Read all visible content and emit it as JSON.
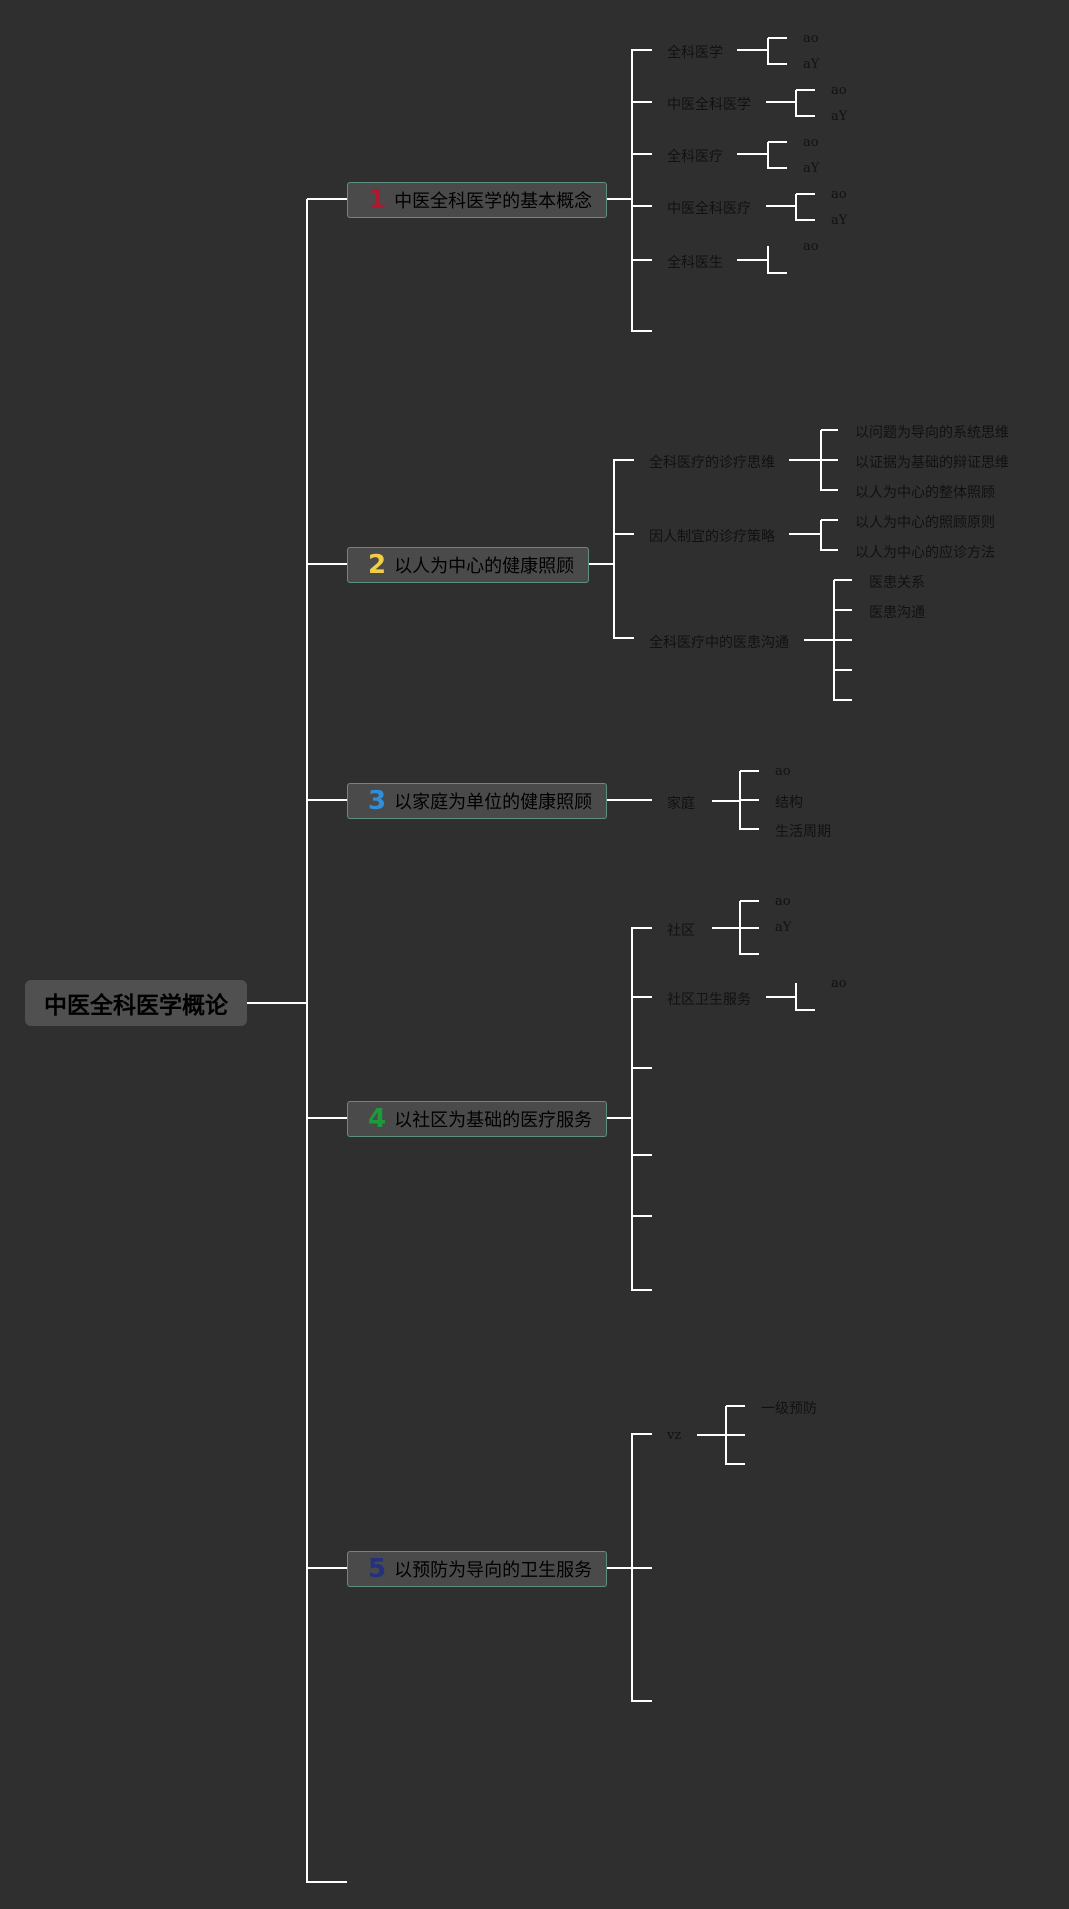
{
  "root": {
    "title": "中医全科医学概论"
  },
  "chapters": [
    {
      "num": "1",
      "num_color": "#b0182e",
      "title": "中医全科医学的基本概念",
      "items": [
        {
          "label": "全科医学",
          "leaves": [
            "ao",
            "aY"
          ]
        },
        {
          "label": "中医全科医学",
          "leaves": [
            "ao",
            "aY"
          ]
        },
        {
          "label": "全科医疗",
          "leaves": [
            "ao",
            "aY"
          ]
        },
        {
          "label": "中医全科医疗",
          "leaves": [
            "ao",
            "aY"
          ]
        },
        {
          "label": "全科医生",
          "leaves": [
            "ao"
          ]
        }
      ]
    },
    {
      "num": "2",
      "num_color": "#f2cd4a",
      "title": "以人为中心的健康照顾",
      "items": [
        {
          "label": "全科医疗的诊疗思维",
          "leaves": [
            "以问题为导向的系统思维",
            "以证据为基础的辩证思维",
            "以人为中心的整体照顾"
          ]
        },
        {
          "label": "因人制宜的诊疗策略",
          "leaves": [
            "以人为中心的照顾原则",
            "以人为中心的应诊方法"
          ]
        },
        {
          "label": "全科医疗中的医患沟通",
          "leaves": [
            "医患关系",
            "医患沟通"
          ]
        }
      ]
    },
    {
      "num": "3",
      "num_color": "#2f8fd8",
      "title": "以家庭为单位的健康照顾",
      "items": [
        {
          "label": "家庭",
          "leaves": [
            "ao",
            "结构",
            "生活周期"
          ]
        }
      ]
    },
    {
      "num": "4",
      "num_color": "#1e9a3c",
      "title": "以社区为基础的医疗服务",
      "items": [
        {
          "label": "社区",
          "leaves": [
            "ao",
            "aY"
          ]
        },
        {
          "label": "社区卫生服务",
          "leaves": [
            "ao"
          ]
        }
      ]
    },
    {
      "num": "5",
      "num_color": "#25307e",
      "title": "以预防为导向的卫生服务",
      "items": [
        {
          "label": "vz",
          "leaves": [
            "一级预防"
          ]
        }
      ]
    }
  ]
}
